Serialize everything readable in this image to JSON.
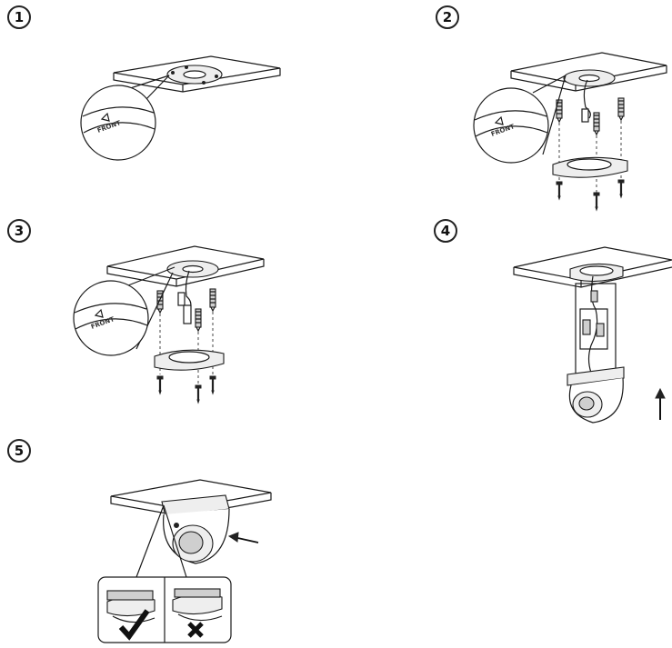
{
  "steps": [
    {
      "number": "1"
    },
    {
      "number": "2"
    },
    {
      "number": "3"
    },
    {
      "number": "4"
    },
    {
      "number": "5"
    }
  ],
  "labels": {
    "front": "FRONT"
  },
  "marks": {
    "correct": "check-mark",
    "incorrect": "cross-mark"
  }
}
